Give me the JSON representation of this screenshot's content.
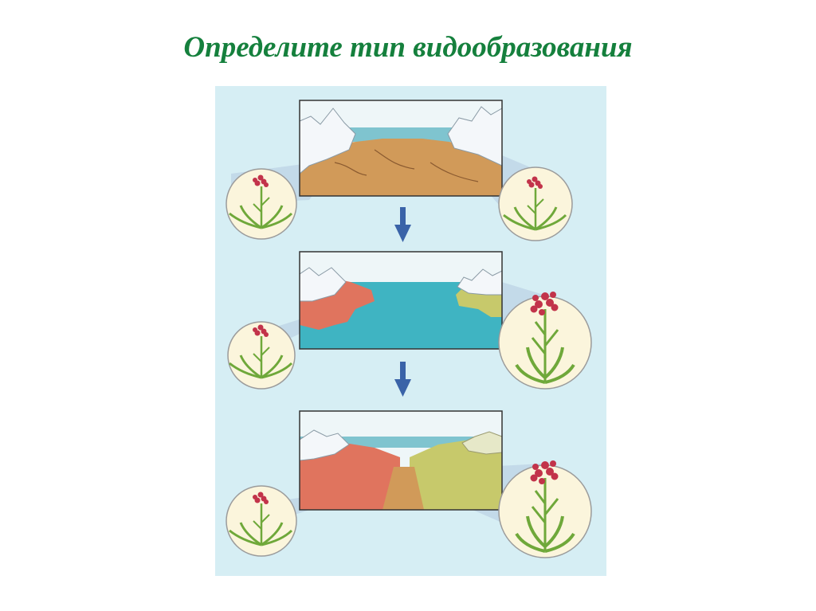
{
  "slide": {
    "title": "Определите тип видообразования"
  },
  "figure": {
    "panels": [
      {
        "stage": 1,
        "landscape": "dry-valley-between-mountains",
        "left_plant": "small-plant",
        "right_plant": "small-plant"
      },
      {
        "stage": 2,
        "landscape": "sea-separating-two-shores",
        "left_plant": "small-plant",
        "right_plant": "tall-plant"
      },
      {
        "stage": 3,
        "landscape": "valley-reunited-shores",
        "left_plant": "small-plant",
        "right_plant": "tall-plant"
      }
    ],
    "colors": {
      "background": "#d6eef4",
      "sky": "#eef6f8",
      "sea": "#3fb4c2",
      "ground": "#d19a59",
      "red_land": "#e0745e",
      "green_land": "#c7c96b",
      "arrow": "#3a63a8",
      "title": "#15803d"
    }
  }
}
